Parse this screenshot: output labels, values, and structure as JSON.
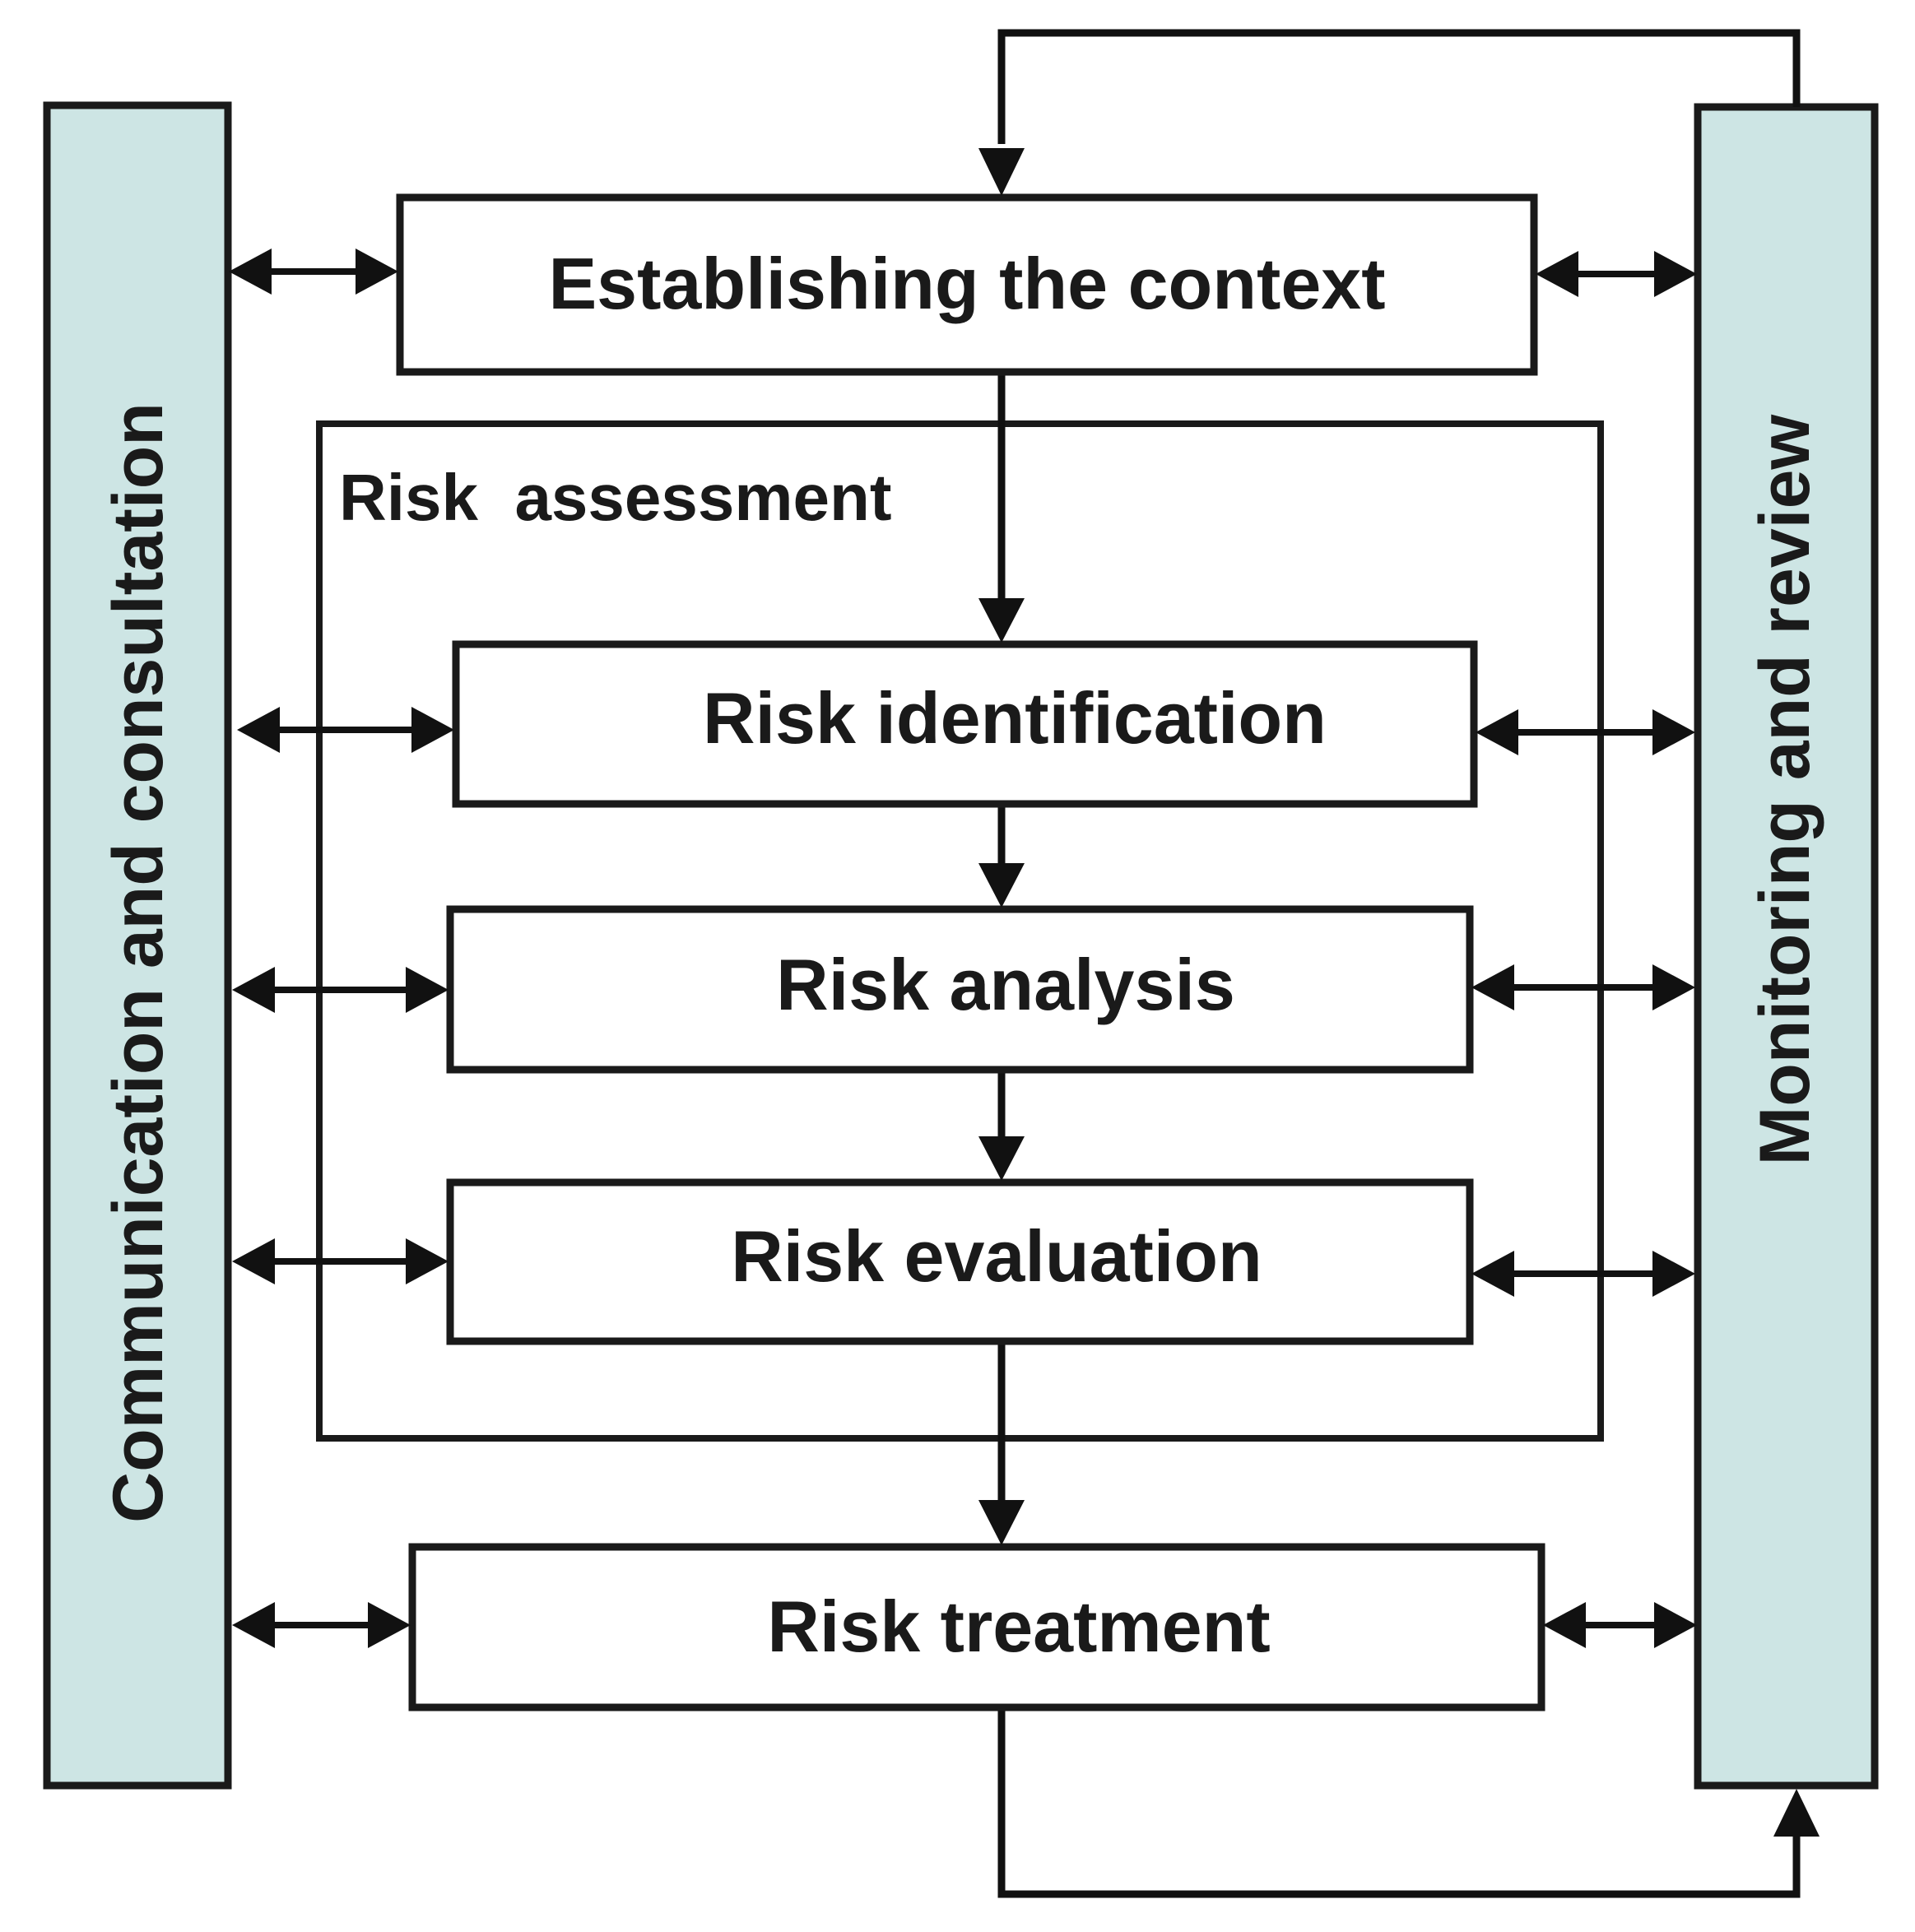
{
  "side_panels": {
    "left_label": "Communication and consultation",
    "right_label": "Monitoring and review"
  },
  "frame": {
    "label": "Risk  assessment"
  },
  "steps": {
    "context": "Establishing the context",
    "identification": "Risk identification",
    "analysis": "Risk analysis",
    "evaluation": "Risk evaluation",
    "treatment": "Risk treatment"
  },
  "colors": {
    "side_panel_fill": "#cde5e4",
    "stroke": "#1a1a1a"
  }
}
